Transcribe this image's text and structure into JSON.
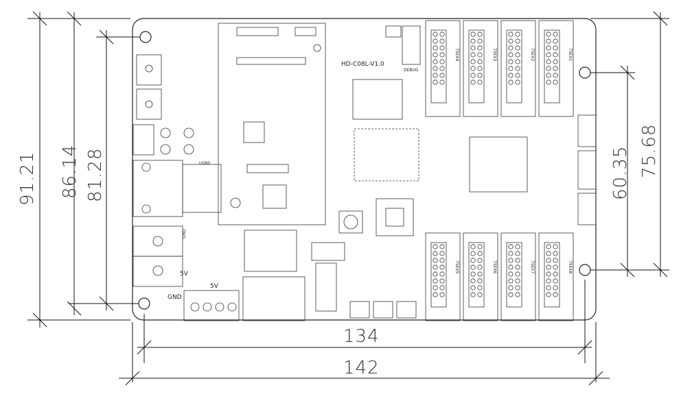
{
  "dimensions": {
    "width_134": "134",
    "width_142": "142",
    "height_9121": "91.21",
    "height_8614": "86.14",
    "height_8128": "81.28",
    "height_7568": "75.68",
    "height_6035": "60.35"
  },
  "board": {
    "model": "HD-C08L-V1.0",
    "hub_labels_top": [
      "75EX4",
      "75EX3",
      "75EX2",
      "75EX1"
    ],
    "hub_labels_bottom": [
      "75EX5",
      "75EX6",
      "75EX7",
      "75EX8"
    ],
    "power_label": "5V",
    "power_label_2": "5V",
    "gnd_label": "GND",
    "gnd_label_2": "GND",
    "usb_label": "USB0",
    "debug_label": "DEBUG"
  }
}
